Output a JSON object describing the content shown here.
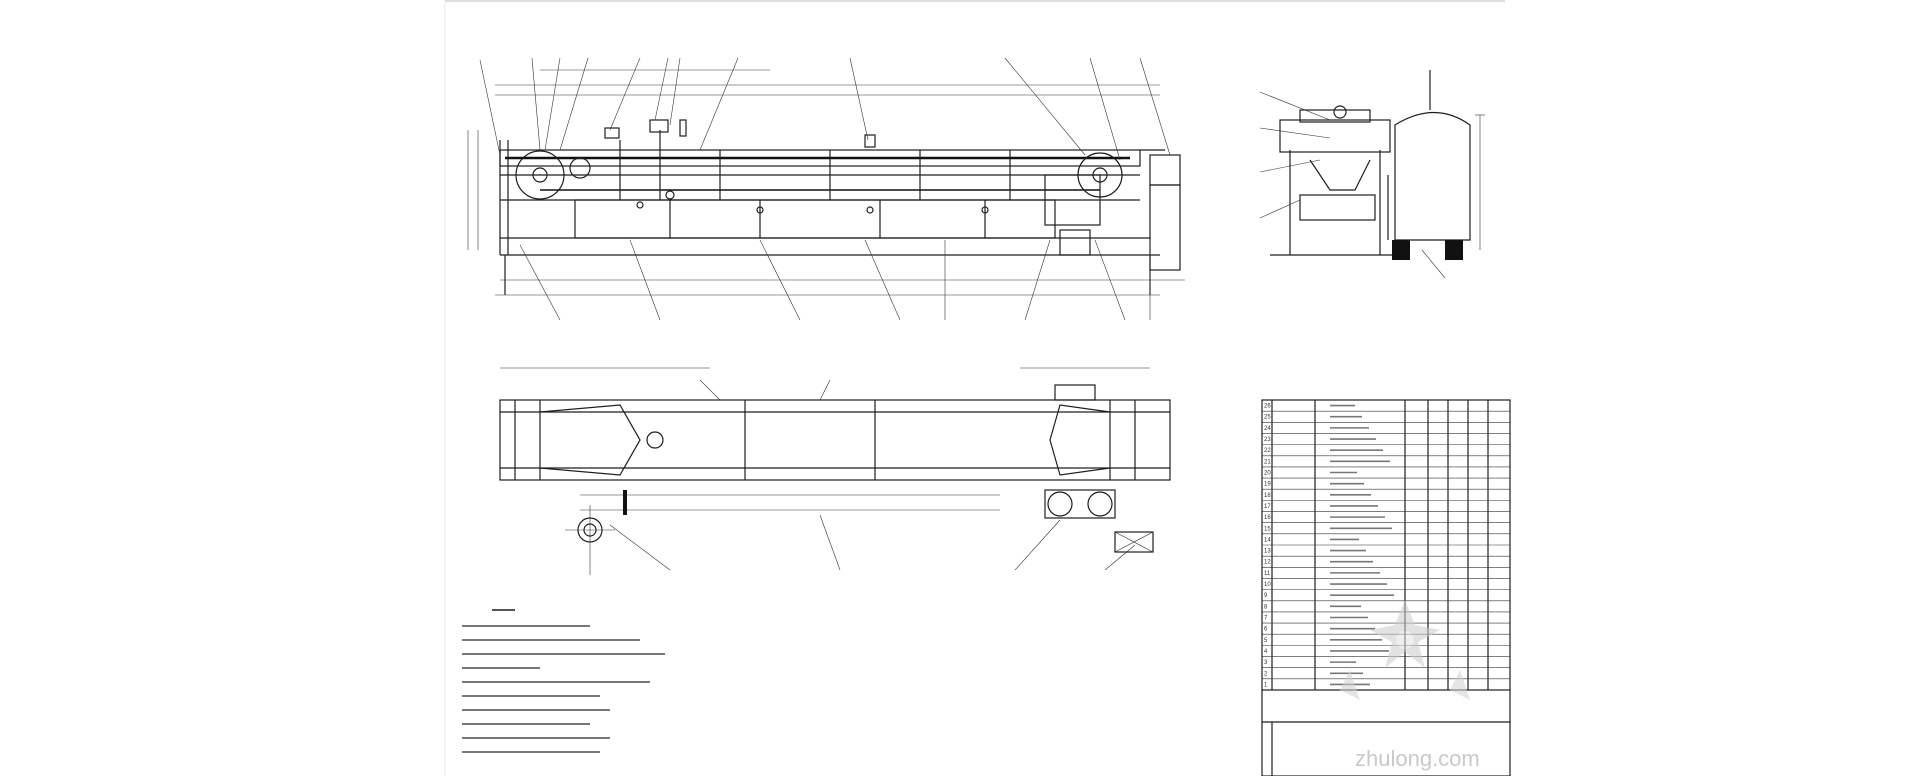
{
  "parts_table": {
    "row_numbers": [
      "26",
      "25",
      "24",
      "23",
      "22",
      "21",
      "20",
      "19",
      "18",
      "17",
      "16",
      "15",
      "14",
      "13",
      "12",
      "11",
      "10",
      "9",
      "8",
      "7",
      "6",
      "5",
      "4",
      "3",
      "2",
      "1"
    ]
  },
  "watermark": {
    "text": "zhulong.com",
    "icon": "zhulong-logo-icon"
  },
  "colors": {
    "line": "#1e1e1e",
    "watermark": "#c9c9c9"
  }
}
